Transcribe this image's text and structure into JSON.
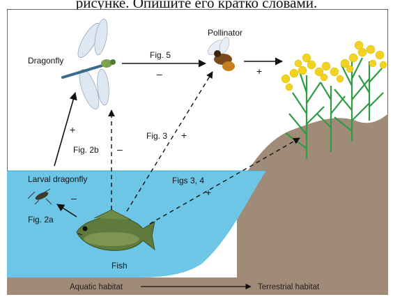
{
  "caption": "рисунке. Опишите его кратко словами.",
  "labels": {
    "dragonfly": "Dragonfly",
    "pollinator": "Pollinator",
    "larval_dragonfly": "Larval dragonfly",
    "fish": "Fish",
    "fig5": "Fig. 5",
    "fig3": "Fig. 3",
    "fig2b": "Fig. 2b",
    "fig2a": "Fig. 2a",
    "figs34": "Figs 3, 4",
    "aquatic": "Aquatic habitat",
    "terrestrial": "Terrestrial habitat"
  },
  "signs": {
    "fig5": "–",
    "pollinator_to_plant": "+",
    "larva_to_adult": "+",
    "fig2b": "–",
    "fig3": "+",
    "fig2a": "–",
    "figs34": "+"
  },
  "colors": {
    "water": "#6ec6e6",
    "ground": "#a08a78",
    "sky": "#ffffff",
    "plant_stem": "#2e9b45",
    "flower": "#f2d321",
    "fish_body": "#5f7a3d"
  }
}
